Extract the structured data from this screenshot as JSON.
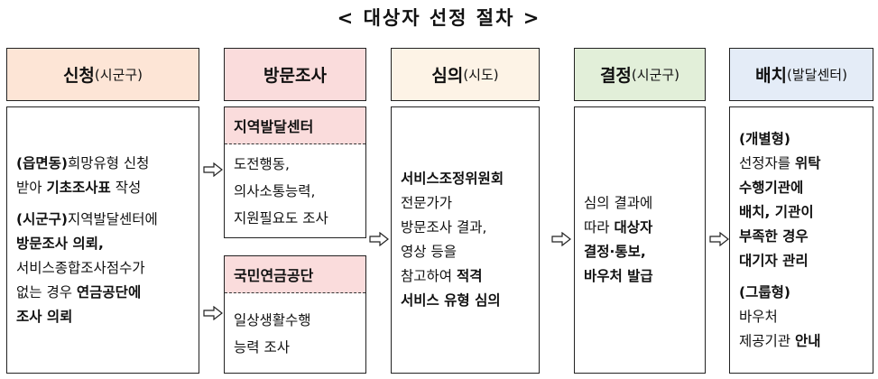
{
  "title": "< 대상자 선정 절차 >",
  "steps": [
    {
      "main": "신청",
      "sub": "(시군구)",
      "color": "#fde5d6",
      "lines": [
        [
          {
            "t": "(읍면동)",
            "b": true
          },
          {
            "t": "희망유형 신청",
            "b": false
          }
        ],
        [
          {
            "t": "받아 ",
            "b": false
          },
          {
            "t": "기초조사표",
            "b": true
          },
          {
            "t": " 작성",
            "b": false
          }
        ],
        "gap",
        [
          {
            "t": "(시군구)",
            "b": true
          },
          {
            "t": "지역발달센터에",
            "b": false
          }
        ],
        [
          {
            "t": "방문조사 의뢰,",
            "b": true
          }
        ],
        [
          {
            "t": "서비스종합조사점수가",
            "b": false
          }
        ],
        [
          {
            "t": "없는 경우 ",
            "b": false
          },
          {
            "t": "연금공단에",
            "b": true
          }
        ],
        [
          {
            "t": "조사 의뢰",
            "b": true
          }
        ]
      ]
    },
    {
      "main": "방문조사",
      "sub": "",
      "color": "#fadcdc",
      "subboxes": [
        {
          "header": "지역발달센터",
          "lines": [
            "도전행동,",
            "의사소통능력,",
            "지원필요도 조사"
          ]
        },
        {
          "header": "국민연금공단",
          "lines": [
            "일상생활수행",
            "능력 조사"
          ]
        }
      ]
    },
    {
      "main": "심의",
      "sub": "(시도)",
      "color": "#fdf3e6",
      "lines": [
        [
          {
            "t": "서비스조정위원회",
            "b": true
          }
        ],
        [
          {
            "t": "전문가가",
            "b": false
          }
        ],
        [
          {
            "t": "방문조사 결과,",
            "b": false
          }
        ],
        [
          {
            "t": "영상 등을",
            "b": false
          }
        ],
        [
          {
            "t": "참고하여 ",
            "b": false
          },
          {
            "t": "적격",
            "b": true
          }
        ],
        [
          {
            "t": "서비스 유형 심의",
            "b": true
          }
        ]
      ]
    },
    {
      "main": "결정",
      "sub": "(시군구)",
      "color": "#e2efd9",
      "lines": [
        [
          {
            "t": "심의 결과에",
            "b": false
          }
        ],
        [
          {
            "t": "따라 ",
            "b": false
          },
          {
            "t": "대상자",
            "b": true
          }
        ],
        [
          {
            "t": "결정·통보,",
            "b": true
          }
        ],
        [
          {
            "t": "바우처 발급",
            "b": true
          }
        ]
      ]
    },
    {
      "main": "배치",
      "sub": "(발달센터)",
      "color": "#e4ecf7",
      "lines": [
        [
          {
            "t": "(개별형)",
            "b": true
          }
        ],
        [
          {
            "t": "선정자를 ",
            "b": false
          },
          {
            "t": "위탁",
            "b": true
          }
        ],
        [
          {
            "t": "수행기관에",
            "b": true
          }
        ],
        [
          {
            "t": "배치, 기관이",
            "b": true
          }
        ],
        [
          {
            "t": "부족한 경우",
            "b": true
          }
        ],
        [
          {
            "t": "대기자 관리",
            "b": true
          }
        ],
        "gap",
        [
          {
            "t": "(그룹형)",
            "b": true
          }
        ],
        [
          {
            "t": "바우처",
            "b": false
          }
        ],
        [
          {
            "t": "제공기관 ",
            "b": false
          },
          {
            "t": "안내",
            "b": true
          }
        ]
      ]
    }
  ]
}
